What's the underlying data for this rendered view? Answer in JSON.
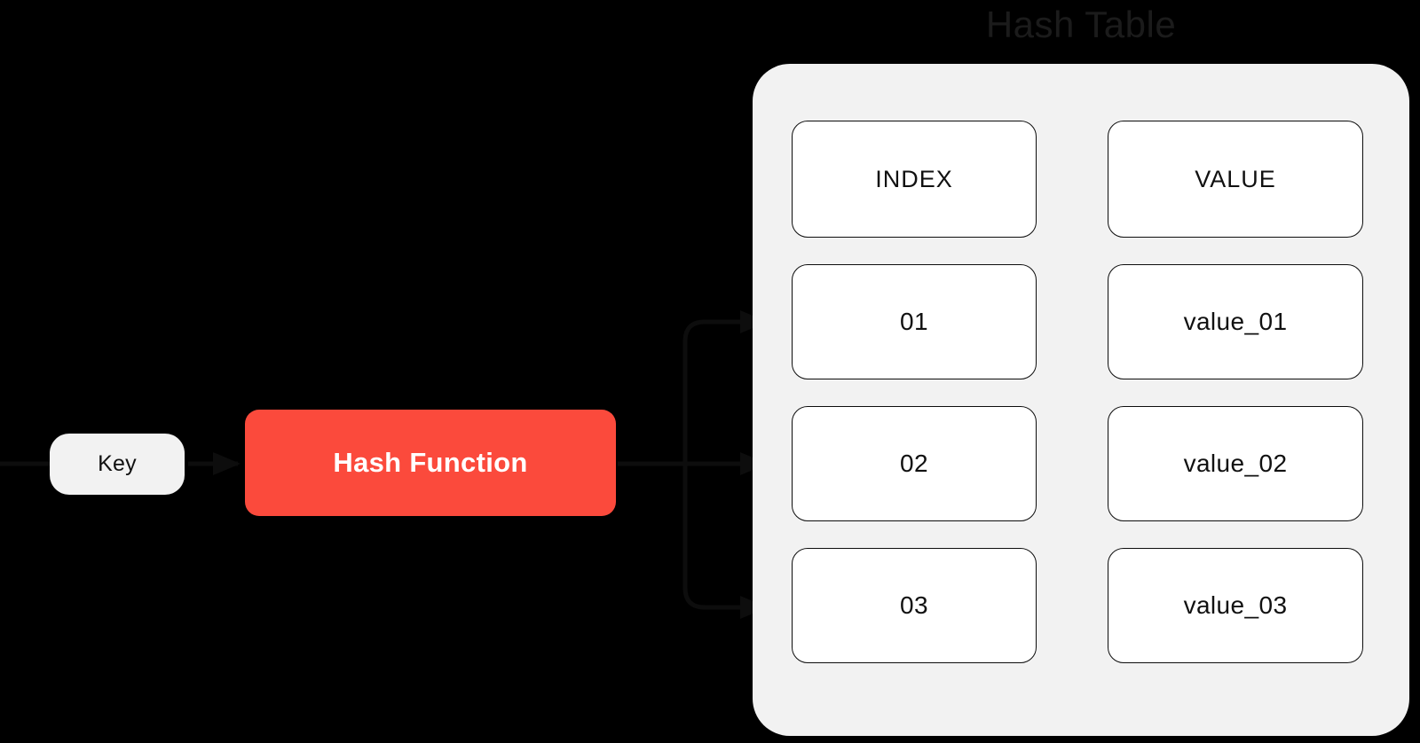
{
  "diagram": {
    "title": "Hash Table",
    "colors": {
      "background": "#000000",
      "accent_red": "#fb4a3c",
      "panel_gray": "#f2f2f2",
      "key_gray": "#f2f2f2",
      "cell_white": "#ffffff",
      "stroke_black": "#0d0d0d",
      "title_text": "#1b1b1b"
    }
  },
  "flow": {
    "key_label": "Key",
    "hash_function_label": "Hash Function"
  },
  "table": {
    "headers": {
      "index": "INDEX",
      "value": "VALUE"
    },
    "rows": [
      {
        "index": "01",
        "value": "value_01"
      },
      {
        "index": "02",
        "value": "value_02"
      },
      {
        "index": "03",
        "value": "value_03"
      }
    ]
  }
}
